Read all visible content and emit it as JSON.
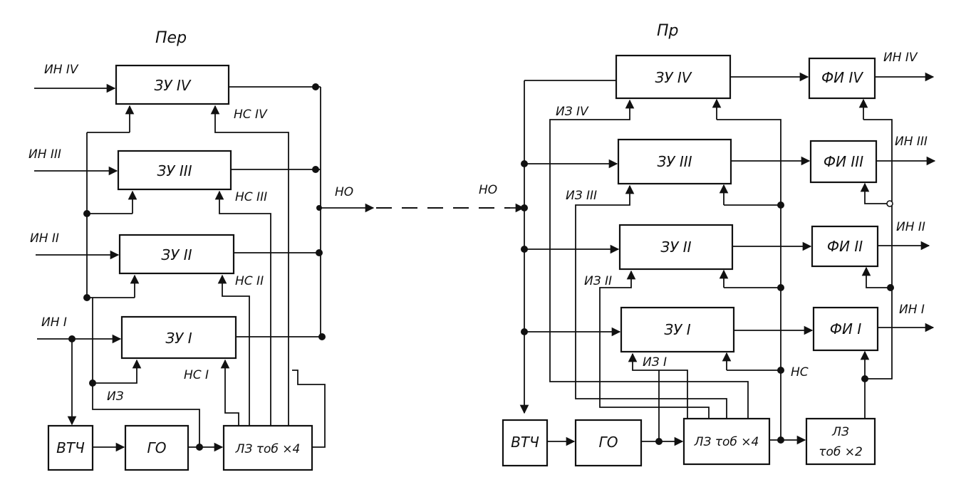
{
  "titles": {
    "transmitter": "Пер",
    "receiver": "Пр"
  },
  "transmitter": {
    "memory_units": [
      "ЗУ IV",
      "ЗУ III",
      "ЗУ II",
      "ЗУ I"
    ],
    "inputs": [
      "ИН IV",
      "ИН III",
      "ИН II",
      "ИН I"
    ],
    "read_signals": [
      "НС IV",
      "НС III",
      "НС II",
      "НС I"
    ],
    "write_signal": "ИЗ",
    "output": "НО",
    "clock_blocks": {
      "btch": "ВТЧ",
      "go": "ГО",
      "delay": "ЛЗ τоб ×4"
    }
  },
  "receiver": {
    "input": "НО",
    "memory_units": [
      "ЗУ IV",
      "ЗУ III",
      "ЗУ II",
      "ЗУ I"
    ],
    "write_signals": [
      "ИЗ IV",
      "ИЗ III",
      "ИЗ II",
      "ИЗ I"
    ],
    "read_signal": "НС",
    "shapers": [
      "ФИ IV",
      "ФИ III",
      "ФИ II",
      "ФИ I"
    ],
    "outputs": [
      "ИН IV",
      "ИН III",
      "ИН II",
      "ИН I"
    ],
    "clock_blocks": {
      "btch": "ВТЧ",
      "go": "ГО",
      "delay": "ЛЗ τоб ×4",
      "delay2_top": "ЛЗ",
      "delay2_bottom": "τоб ×2"
    }
  }
}
